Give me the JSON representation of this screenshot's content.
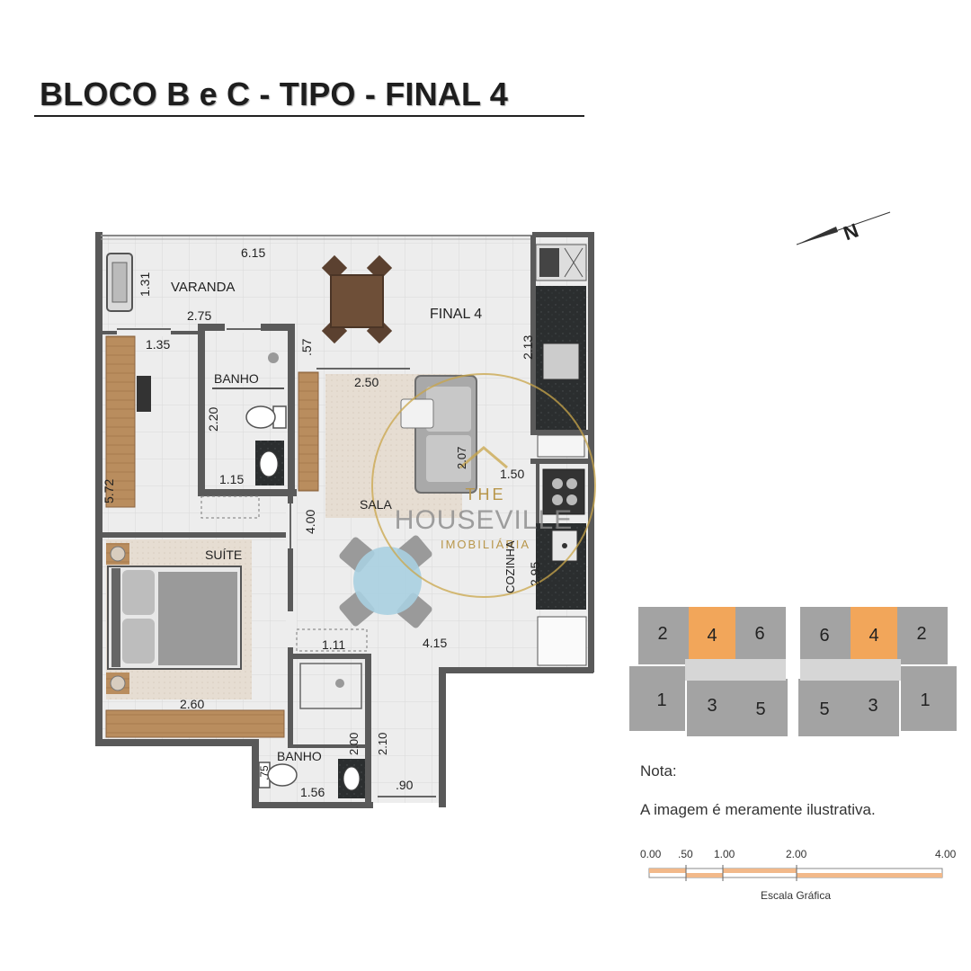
{
  "title": "BLOCO B e C - TIPO - FINAL 4",
  "unit_label": "FINAL 4",
  "rooms": {
    "varanda": "VARANDA",
    "banho_1": "BANHO",
    "banho_2": "BANHO",
    "sala": "SALA",
    "suite": "SUÍTE",
    "cozinha": "COZINHA"
  },
  "dimensions": {
    "varanda_width": "6.15",
    "varanda_depth": "1.31",
    "d_2_75": "2.75",
    "d_1_35": "1.35",
    "d_57": ".57",
    "d_2_50": "2.50",
    "d_2_13": "2.13",
    "d_2_20": "2.20",
    "d_1_15": "1.15",
    "d_5_72": "5.72",
    "d_2_07": "2.07",
    "d_1_50": "1.50",
    "d_4_00": "4.00",
    "d_2_95": "2.95",
    "d_1_11": "1.11",
    "d_4_15": "4.15",
    "d_2_60": "2.60",
    "d_2_00": "2.00",
    "d_2_10": "2.10",
    "d_75": ".75",
    "d_1_56": "1.56",
    "d_90": ".90"
  },
  "watermark": {
    "line1": "THE",
    "line2": "HOUSEVILLE",
    "line3": "IMOBILIÁRIA"
  },
  "north_label": "N",
  "keyplan_left": [
    "2",
    "4",
    "6",
    "1",
    "3",
    "5"
  ],
  "keyplan_right": [
    "6",
    "4",
    "2",
    "5",
    "3",
    "1"
  ],
  "highlight_unit": "4",
  "highlight_color": "#f2a65a",
  "note_label": "Nota:",
  "note_text": "A imagem é meramente ilustrativa.",
  "scale": {
    "ticks": [
      "0.00",
      ".50",
      "1.00",
      "2.00",
      "4.00"
    ],
    "caption": "Escala Gráfica",
    "bar_color": "#f2b98a"
  }
}
